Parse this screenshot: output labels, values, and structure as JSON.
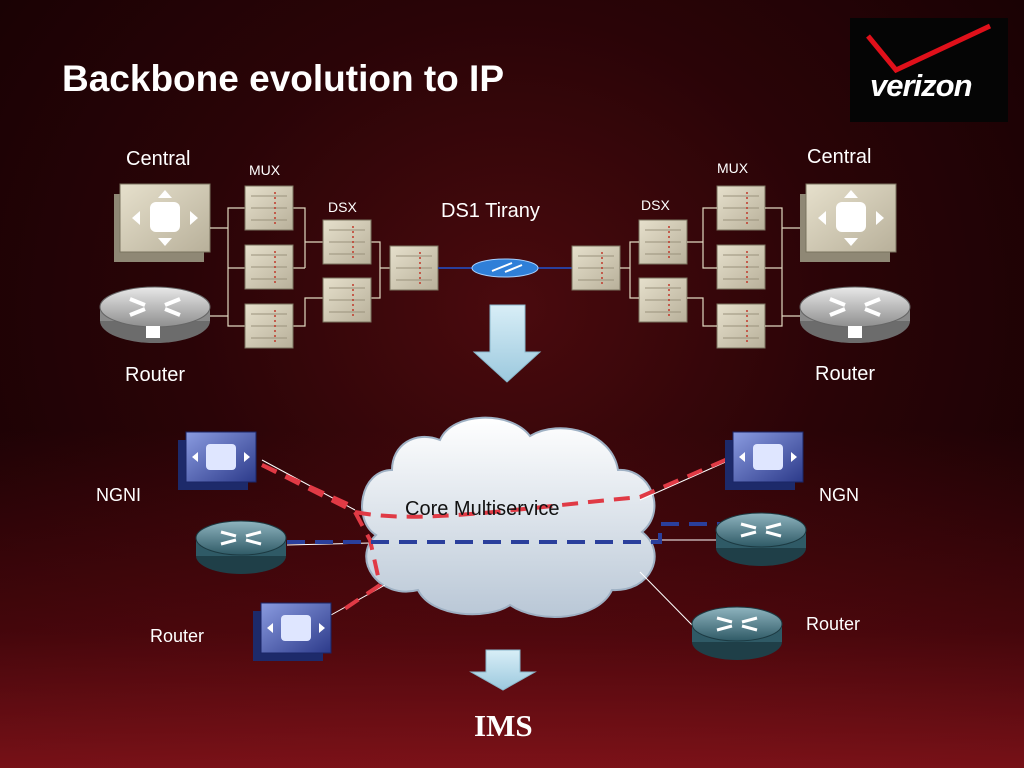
{
  "slide": {
    "title": "Backbone evolution to IP",
    "logo": "verizon"
  },
  "top_network": {
    "central_left": "Central",
    "central_right": "Central",
    "mux_left": "MUX",
    "mux_right": "MUX",
    "dsx_left": "DSX",
    "dsx_right": "DSX",
    "link_label": "DS1 Tirany",
    "router_left": "Router",
    "router_right": "Router"
  },
  "bottom_network": {
    "ngn_left": "NGNI",
    "ngn_right": "NGN",
    "cloud_label": "Core Multiservice",
    "router_left": "Router",
    "router_right": "Router",
    "ims": "IMS"
  },
  "colors": {
    "accent_red": "#e03a45",
    "dashed_blue": "#2a3f9c",
    "arrow": "#bfe0ef"
  },
  "icons": [
    "phone-switch-icon",
    "router-icon",
    "mux-shelf-icon",
    "ip-phone-switch-icon",
    "cloud-icon",
    "down-arrow-icon"
  ]
}
